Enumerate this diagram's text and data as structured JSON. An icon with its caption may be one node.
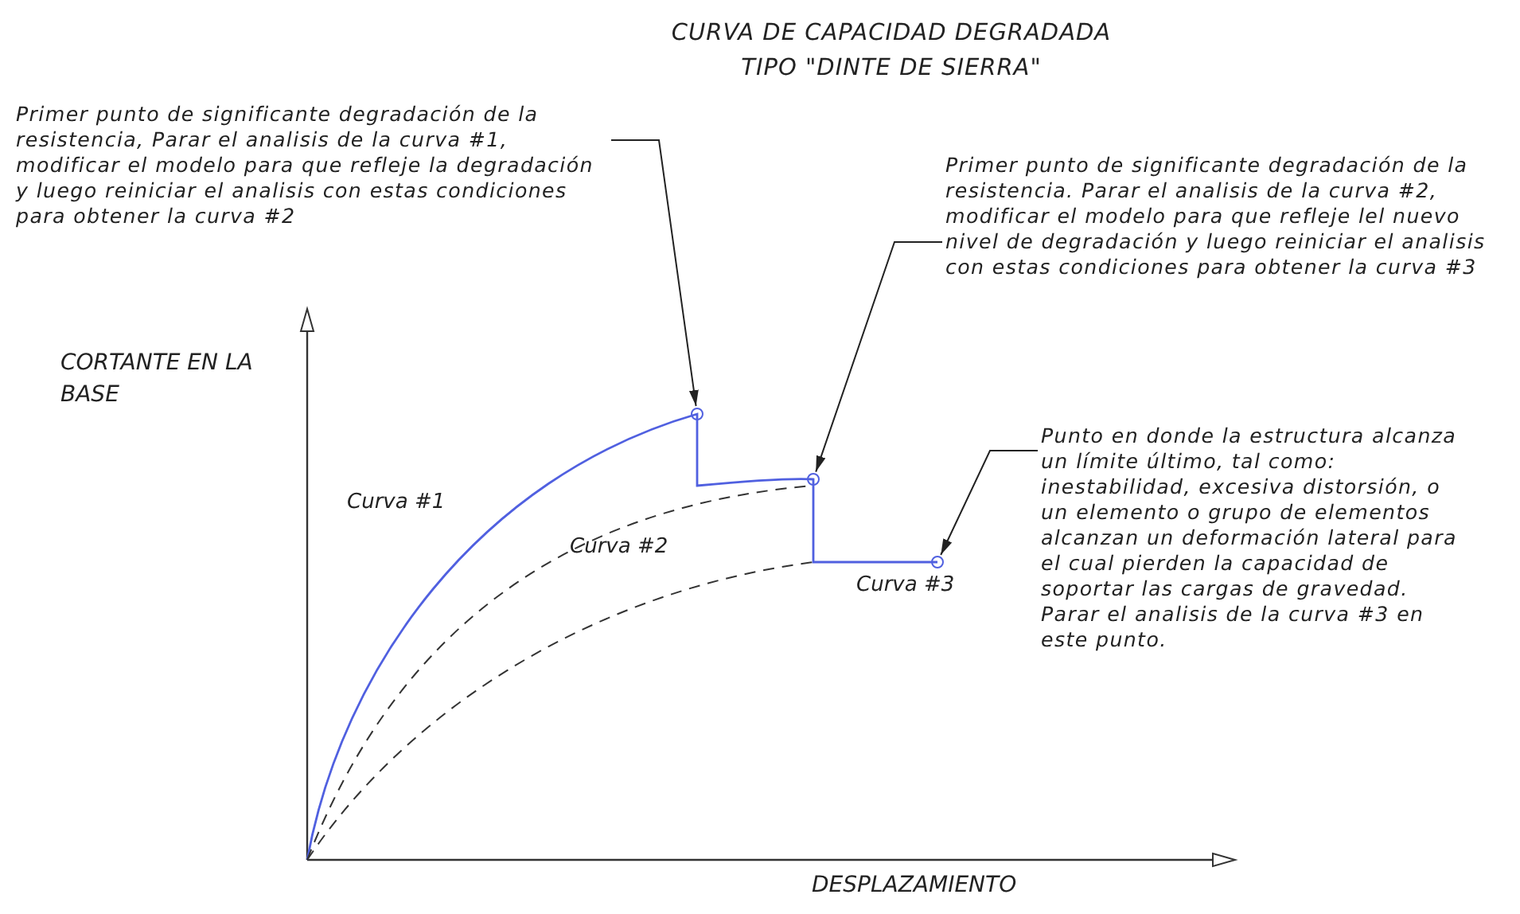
{
  "diagram": {
    "title": "CURVA DE CAPACIDAD DEGRADADA TIPO \"DINTE DE SIERRA\"",
    "nodes": [
      {
        "text": [
          "Primer punto de significante degradación de la resistencia, Parar el analisis de la curva #1, modificar el modelo para que refleje la degradación y luego reiniciar el analisis con estas condiciones para obtener la curva #2"
        ]
      },
      {
        "text": [],
        "shape": "circle"
      },
      {
        "text": [
          "Primer punto de significante degradación de la resistencia. Parar el analisis de la curva #2, modificar el modelo para que refleje lel nuevo nivel de degradación y luego reiniciar el analisis con estas condiciones para obtener la curva #3"
        ]
      },
      {
        "text": [],
        "shape": "circle"
      },
      {
        "text": [
          "Punto en donde la estructura alcanza un límite último, tal como: inestabilidad, excesiva distorsión, o un elemento o grupo de elementos alcanzan un deformación lateral para el cual pierden la capacidad de soportar las cargas de gravedad. Parar el analisis de la curva #3 en este punto."
        ]
      },
      {
        "text": [],
        "shape": "circle"
      }
    ],
    "edges": [
      {
        "from": 0,
        "to": 1,
        "arrow": "to"
      },
      {
        "from": 2,
        "to": 3,
        "arrow": "to"
      },
      {
        "from": 4,
        "to": 5,
        "arrow": "to"
      }
    ],
    "labels": [
      "CORTANTE EN LA BASE",
      "Curva #1",
      "Curva #2",
      "Curva #3",
      "DESPLAZAMIENTO"
    ]
  }
}
